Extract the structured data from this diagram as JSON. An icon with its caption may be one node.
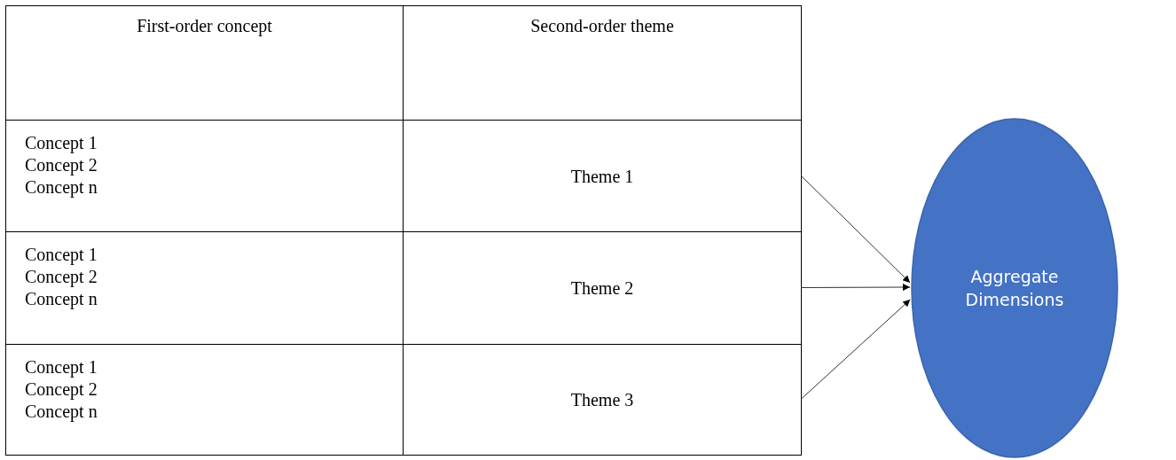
{
  "diagram": {
    "nodes": [
      {
        "text": [
          "Theme 1"
        ]
      },
      {
        "text": [
          "Theme 2"
        ]
      },
      {
        "text": [
          "Theme 3"
        ]
      },
      {
        "text": [
          "Aggregate Dimensions"
        ]
      }
    ],
    "edges": [
      {
        "from": 0,
        "to": 3,
        "arrow": "to"
      },
      {
        "from": 1,
        "to": 3,
        "arrow": "to"
      },
      {
        "from": 2,
        "to": 3,
        "arrow": "to"
      }
    ],
    "labels": [
      "First-order concept",
      "Second-order theme",
      "Concept 1",
      "Concept 2",
      "Concept n",
      "Concept 1",
      "Concept 2",
      "Concept n",
      "Concept 1",
      "Concept 2",
      "Concept n"
    ]
  }
}
